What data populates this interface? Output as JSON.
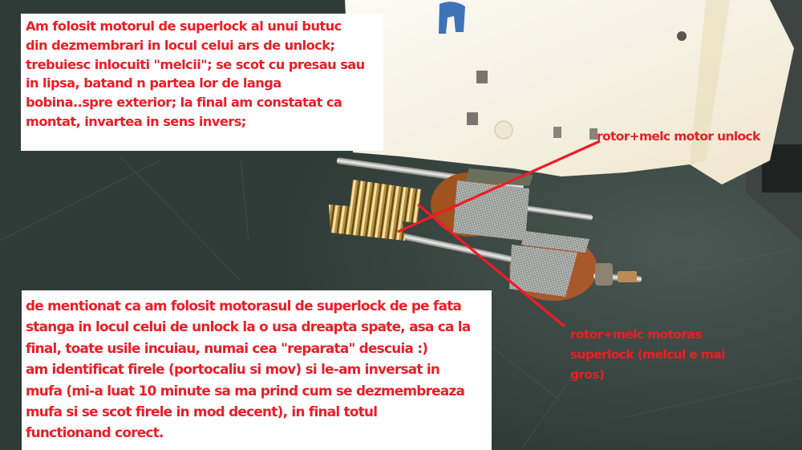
{
  "image": {
    "description": "Annotated photo of two DC motor rotors with worm gears on a dark green workbench next to a disassembled white car door lock actuator housing",
    "colors": {
      "annotation_text": "#ee1c25",
      "annotation_line": "#ee1c25",
      "textbox_background": "#ffffff",
      "bench_background": "#2f3b36",
      "housing": "#f3efe2",
      "copper_winding": "#b5622a",
      "brass_worm": "#c9a24a",
      "steel_core": "#a9adaa"
    }
  },
  "top_note": {
    "lines": [
      "Am folosit motorul de superlock al unui butuc",
      "din dezmembrari in locul celui ars de unlock;",
      "trebuiesc inlocuiti \"melcii\"; se scot cu presau sau",
      "in lipsa, batand n partea lor de langa",
      "bobina..spre exterior; la final am constatat ca",
      "montat, invartea in sens invers;"
    ]
  },
  "bottom_note": {
    "lines": [
      "de mentionat ca am folosit motorasul de superlock de pe fata",
      "stanga in locul celui de unlock la o usa dreapta spate, asa ca la",
      "final, toate usile incuiau, numai cea \"reparata\" descuia :)",
      "am identificat firele (portocaliu si mov) si le-am inversat in",
      "mufa (mi-a luat 10 minute sa ma prind cum se dezmembreaza",
      "mufa si se scot firele in mod decent), in final totul",
      "functionand corect."
    ]
  },
  "labels": {
    "unlock_motor": {
      "lines": [
        "rotor+melc motor unlock"
      ]
    },
    "superlock_motor": {
      "lines": [
        "rotor+melc motoras",
        "superlock (melcul e mai",
        "gros)"
      ]
    }
  }
}
